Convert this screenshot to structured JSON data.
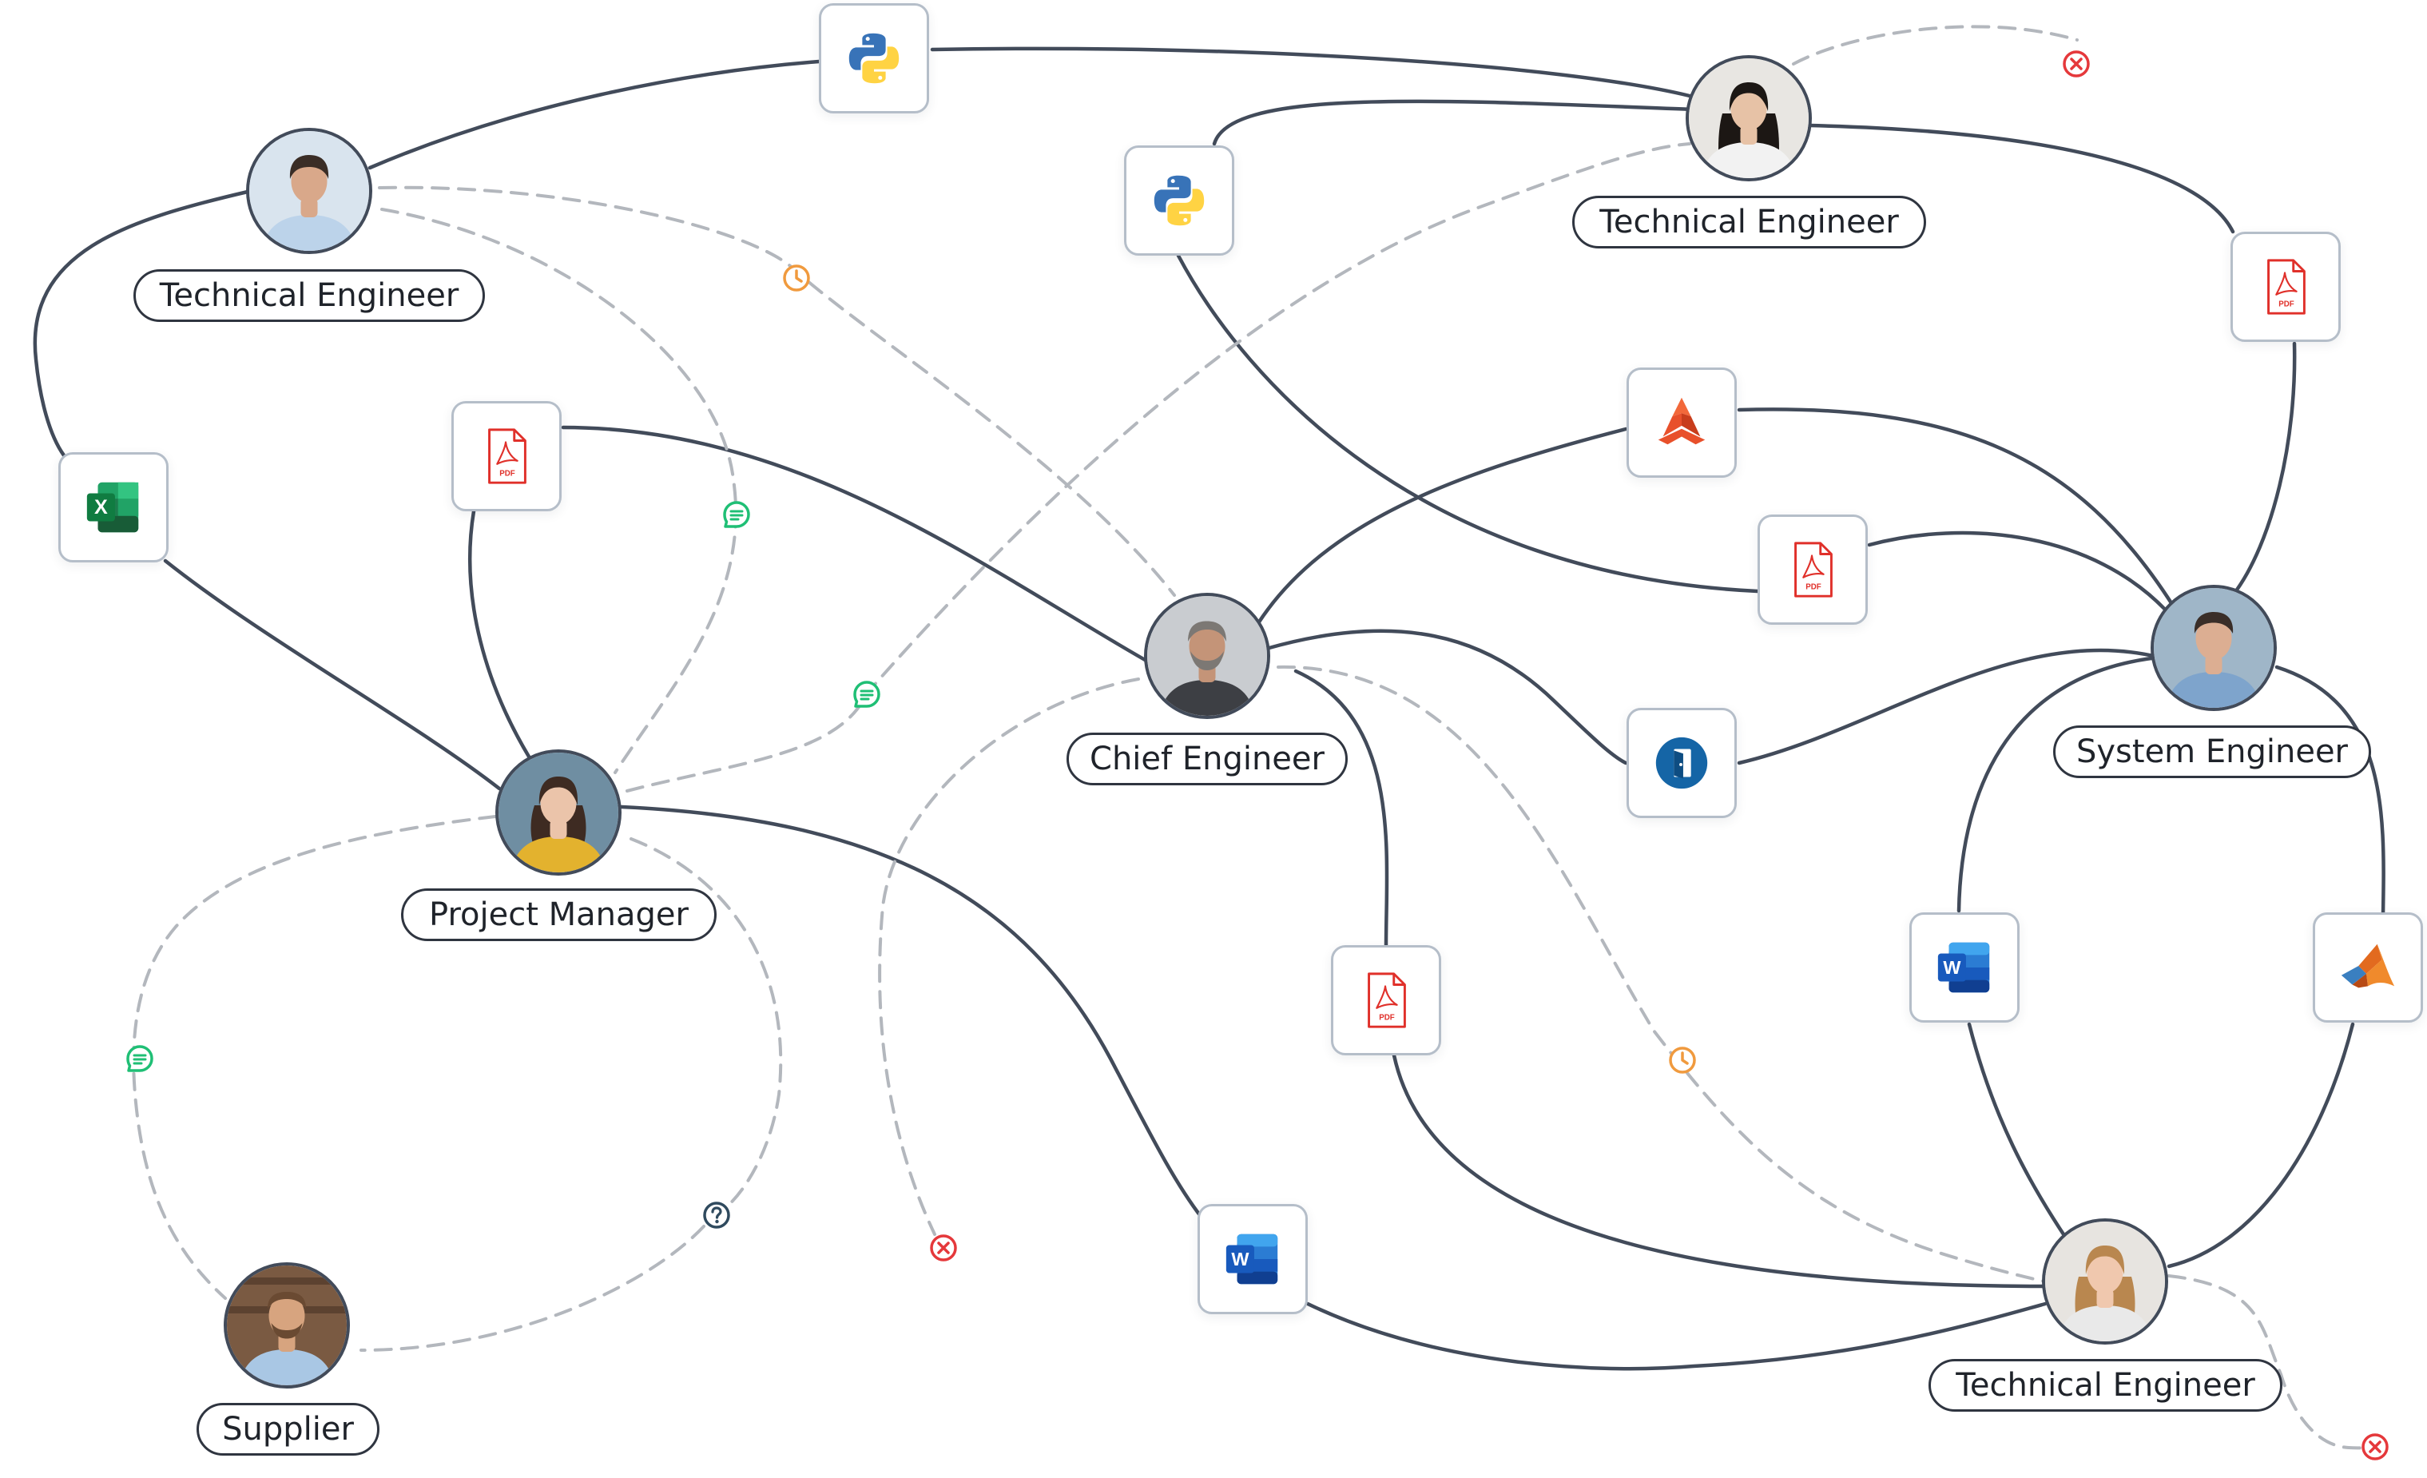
{
  "people": [
    {
      "id": "tech-engineer-1",
      "role": "Technical Engineer",
      "icon": "person-avatar-icon",
      "colors": {
        "bg": "#d9e4ee",
        "skin": "#d9a88a",
        "hair": "#3a2d26",
        "shirt": "#bcd3ea"
      }
    },
    {
      "id": "tech-engineer-2",
      "role": "Technical Engineer",
      "icon": "person-avatar-icon",
      "colors": {
        "bg": "#e8e6e2",
        "skin": "#e7c2a6",
        "hair": "#1c1714",
        "shirt": "#f2f2f2"
      }
    },
    {
      "id": "chief-engineer",
      "role": "Chief Engineer",
      "icon": "person-avatar-icon",
      "colors": {
        "bg": "#c9ccd0",
        "skin": "#c49478",
        "hair": "#7c7874",
        "shirt": "#3d3f44"
      }
    },
    {
      "id": "system-engineer",
      "role": "System Engineer",
      "icon": "person-avatar-icon",
      "colors": {
        "bg": "#9fb6c8",
        "skin": "#dcae92",
        "hair": "#3a2e28",
        "shirt": "#7ea4cc"
      }
    },
    {
      "id": "project-manager",
      "role": "Project Manager",
      "icon": "person-avatar-icon",
      "colors": {
        "bg": "#6f8ea2",
        "skin": "#ebc4aa",
        "hair": "#3e2b22",
        "shirt": "#e3b22e"
      }
    },
    {
      "id": "supplier",
      "role": "Supplier",
      "icon": "person-avatar-icon",
      "colors": {
        "bg": "#7a5a42",
        "skin": "#d7a47f",
        "hair": "#6a4a32",
        "shirt": "#a9c7e4"
      }
    },
    {
      "id": "tech-engineer-3",
      "role": "Technical Engineer",
      "icon": "person-avatar-icon",
      "colors": {
        "bg": "#e7e4e0",
        "skin": "#f0c8ae",
        "hair": "#b9874f",
        "shirt": "#e9e9e9"
      }
    }
  ],
  "tools": [
    {
      "id": "python-1",
      "icon": "python-icon"
    },
    {
      "id": "python-2",
      "icon": "python-icon"
    },
    {
      "id": "excel",
      "icon": "excel-icon"
    },
    {
      "id": "pdf-1",
      "icon": "pdf-file-icon",
      "text": "PDF"
    },
    {
      "id": "pdf-2",
      "icon": "pdf-file-icon",
      "text": "PDF"
    },
    {
      "id": "pdf-3",
      "icon": "pdf-file-icon",
      "text": "PDF"
    },
    {
      "id": "pdf-4",
      "icon": "pdf-file-icon",
      "text": "PDF"
    },
    {
      "id": "cad-app",
      "icon": "cad-app-icon"
    },
    {
      "id": "door-app",
      "icon": "door-app-icon"
    },
    {
      "id": "word-1",
      "icon": "word-icon",
      "text": "W"
    },
    {
      "id": "word-2",
      "icon": "word-icon",
      "text": "W"
    },
    {
      "id": "matlab",
      "icon": "matlab-icon"
    }
  ],
  "statuses": [
    {
      "id": "rejected-top",
      "type": "rejected",
      "icon": "rejected-icon"
    },
    {
      "id": "pending-1",
      "type": "pending",
      "icon": "clock-icon"
    },
    {
      "id": "comment-1",
      "type": "comment",
      "icon": "comment-icon"
    },
    {
      "id": "comment-2",
      "type": "comment",
      "icon": "comment-icon"
    },
    {
      "id": "comment-3",
      "type": "comment",
      "icon": "comment-icon"
    },
    {
      "id": "question-1",
      "type": "question",
      "icon": "question-icon"
    },
    {
      "id": "rejected-mid",
      "type": "rejected",
      "icon": "rejected-icon"
    },
    {
      "id": "pending-2",
      "type": "pending",
      "icon": "clock-icon"
    },
    {
      "id": "rejected-bottom",
      "type": "rejected",
      "icon": "rejected-icon"
    }
  ],
  "colors": {
    "solid_link": "#424b5a",
    "dashed_link": "#b3b7bd",
    "tile_border": "#b5bec9",
    "rejected": "#e5383b",
    "pending": "#f09a3e",
    "comment": "#1fbf75",
    "question": "#2f4a5e",
    "pdf": "#e0302a",
    "python_blue": "#3873b8",
    "python_yellow": "#ffd343",
    "excel": "#1d6f42",
    "word": "#1f5fbf",
    "cad": "#e8502b",
    "door": "#1565a6",
    "matlab": "#e26a1f"
  }
}
